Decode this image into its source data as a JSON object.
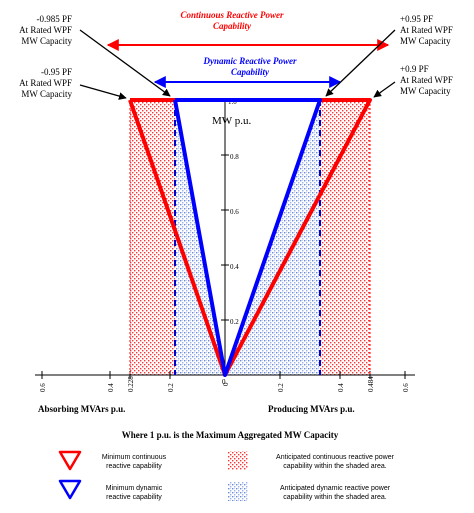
{
  "titles": {
    "continuous": [
      "Continuous Reactive Power",
      "Capability"
    ],
    "dynamic": [
      "Dynamic Reactive Power",
      "Capability"
    ]
  },
  "annotations": {
    "left_top": [
      "-0.985 PF",
      "At Rated WPF",
      "MW Capacity"
    ],
    "left_bottom": [
      "-0.95 PF",
      "At Rated WPF",
      "MW Capacity"
    ],
    "right_top": [
      "+0.95 PF",
      "At Rated WPF",
      "MW Capacity"
    ],
    "right_bottom": [
      "+0.9 PF",
      "At Rated WPF",
      "MW Capacity"
    ]
  },
  "axis": {
    "y_label": "MW p.u.",
    "x_left_label": "Absorbing MVArs p.u.",
    "x_right_label": "Producing MVArs p.u.",
    "footnote": "Where 1 p.u. is the Maximum Aggregated MW Capacity",
    "y_ticks": [
      "1.0",
      "0.8",
      "0.6",
      "0.4",
      "0.2",
      "0"
    ],
    "x_ticks": [
      "0.6",
      "0.4",
      "0.228",
      "0.2",
      "0",
      "0.2",
      "0.4",
      "0.484",
      "0.6"
    ]
  },
  "legend": {
    "red_triangle": [
      "Minimum continuous",
      "reactive capability"
    ],
    "blue_triangle": [
      "Minimum dynamic",
      "reactive capability"
    ],
    "red_area": [
      "Anticipated continuous reactive power",
      "capability within the shaded area."
    ],
    "blue_area": [
      "Anticipated dynamic reactive power",
      "capability within the shaded area."
    ]
  },
  "colors": {
    "red": "#ff0000",
    "blue": "#0000ff",
    "dashed_blue": "#0000cc"
  }
}
